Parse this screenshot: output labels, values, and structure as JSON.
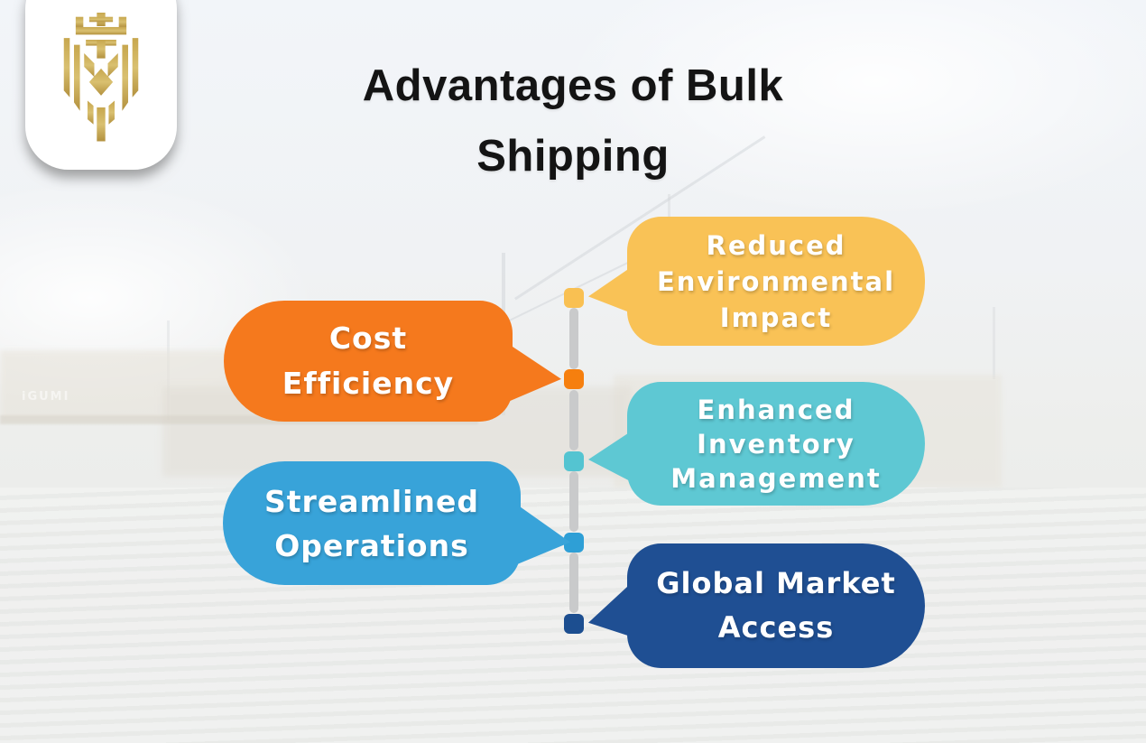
{
  "title": {
    "line1": "Advantages of Bulk",
    "line2": "Shipping",
    "full_text": "Advantages of Bulk Shipping",
    "color": "#141414"
  },
  "logo": {
    "icon": "gold-lion-crest-icon",
    "card_color": "#FFFFFF",
    "gold_dark": "#B3913E",
    "gold_light": "#D9C070"
  },
  "background": {
    "scene": "faded photo of a bulk-carrier ship docked at a port with cranes and water",
    "building_text": "iGUMI"
  },
  "timeline": {
    "line_color": "#C9CACB"
  },
  "advantages": [
    {
      "label": "Reduced Environmental Impact",
      "lines": [
        "Reduced",
        "Environmental",
        "Impact"
      ],
      "side": "right",
      "bubble_color": "#F9C256",
      "node_color": "#F9C052",
      "text_color": "#FFFFFF"
    },
    {
      "label": "Cost Efficiency",
      "lines": [
        "Cost",
        "Efficiency"
      ],
      "side": "left",
      "bubble_color": "#F5791D",
      "node_color": "#F67F0E",
      "text_color": "#FFFFFF"
    },
    {
      "label": "Enhanced Inventory Management",
      "lines": [
        "Enhanced",
        "Inventory",
        "Management"
      ],
      "side": "right",
      "bubble_color": "#5EC8D3",
      "node_color": "#54C4D1",
      "text_color": "#FFFFFF"
    },
    {
      "label": "Streamlined Operations",
      "lines": [
        "Streamlined",
        "Operations"
      ],
      "side": "left",
      "bubble_color": "#38A3D9",
      "node_color": "#2E9FD6",
      "text_color": "#FFFFFF"
    },
    {
      "label": "Global Market Access",
      "lines": [
        "Global Market",
        "Access"
      ],
      "side": "right",
      "bubble_color": "#1F4F93",
      "node_color": "#1C4E90",
      "text_color": "#FFFFFF"
    }
  ]
}
